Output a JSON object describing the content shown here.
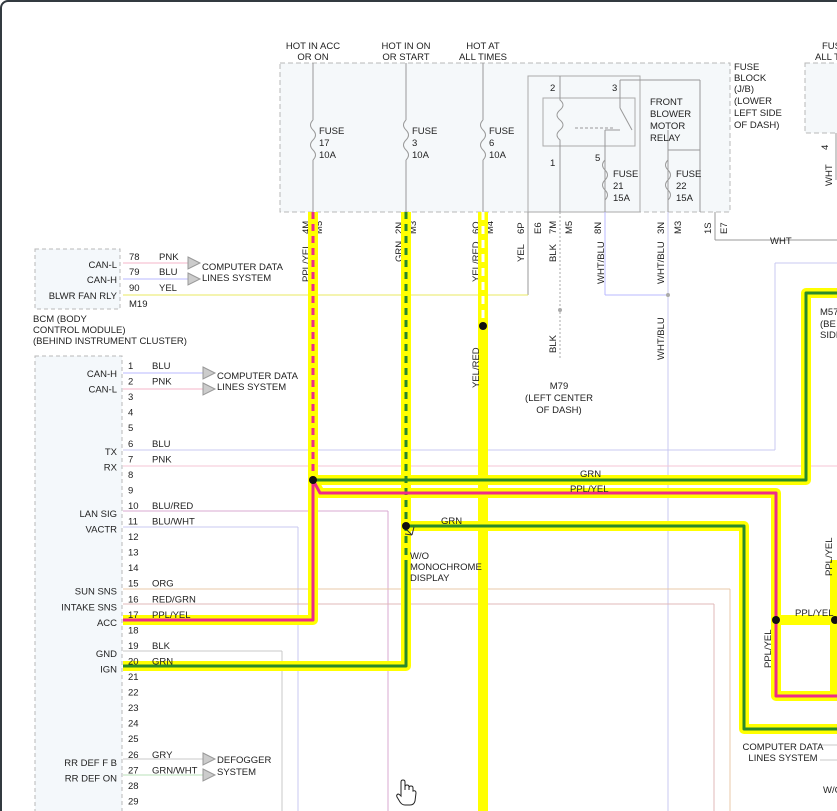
{
  "headers": {
    "hot_acc_1": "HOT IN ACC",
    "hot_acc_2": "OR ON",
    "hot_on_1": "HOT IN ON",
    "hot_on_2": "OR START",
    "hot_at_1": "HOT AT",
    "hot_at_2": "ALL TIMES",
    "all_t": "ALL T"
  },
  "fuse_block": {
    "l1": "FUSE",
    "l2": "BLOCK",
    "l3": "(J/B)",
    "l4": "(LOWER",
    "l5": "LEFT SIDE",
    "l6": "OF DASH)"
  },
  "fuses": [
    {
      "l1": "FUSE",
      "l2": "17",
      "l3": "10A"
    },
    {
      "l1": "FUSE",
      "l2": "3",
      "l3": "10A"
    },
    {
      "l1": "FUSE",
      "l2": "6",
      "l3": "10A"
    },
    {
      "l1": "FUSE",
      "l2": "21",
      "l3": "15A"
    },
    {
      "l1": "FUSE",
      "l2": "22",
      "l3": "15A"
    }
  ],
  "relay": {
    "l1": "FRONT",
    "l2": "BLOWER",
    "l3": "MOTOR",
    "l4": "RELAY",
    "p2": "2",
    "p3": "3",
    "p1": "1",
    "p5": "5"
  },
  "right_pin": {
    "pin4": "4",
    "wht": "WHT"
  },
  "fb_pins": [
    "4M",
    "M5",
    "2N",
    "M3",
    "6O",
    "M4",
    "6P",
    "E6",
    "7M",
    "M5",
    "8N",
    "3N",
    "M3",
    "1S",
    "E7"
  ],
  "fb_wires": [
    "PPL/YEL",
    "GRN",
    "YEL/RED",
    "YEL",
    "BLK",
    "WHT/BLU",
    "WHT/BLU",
    "WHT"
  ],
  "mid_wires": {
    "yel_red": "YEL/RED",
    "blk": "BLK",
    "wht_blu": "WHT/BLU"
  },
  "m79": {
    "l1": "M79",
    "l2": "(LEFT CENTER",
    "l3": "OF DASH)"
  },
  "bcm_top": {
    "rows": [
      {
        "name": "CAN-L",
        "pin": "78",
        "wire": "PNK"
      },
      {
        "name": "CAN-H",
        "pin": "79",
        "wire": "BLU"
      },
      {
        "name": "BLWR FAN RLY",
        "pin": "90",
        "wire": "YEL"
      }
    ],
    "conn": "M19",
    "cdl_1": "COMPUTER DATA",
    "cdl_2": "LINES SYSTEM",
    "l1": "BCM (BODY",
    "l2": "CONTROL MODULE)",
    "l3": "(BEHIND INSTRUMENT CLUSTER)"
  },
  "cluster": {
    "pins": [
      {
        "pin": "1",
        "name": "CAN-H",
        "wire": "BLU"
      },
      {
        "pin": "2",
        "name": "CAN-L",
        "wire": "PNK"
      },
      {
        "pin": "3",
        "name": "",
        "wire": ""
      },
      {
        "pin": "4",
        "name": "",
        "wire": ""
      },
      {
        "pin": "5",
        "name": "",
        "wire": ""
      },
      {
        "pin": "6",
        "name": "TX",
        "wire": "BLU"
      },
      {
        "pin": "7",
        "name": "RX",
        "wire": "PNK"
      },
      {
        "pin": "8",
        "name": "",
        "wire": ""
      },
      {
        "pin": "9",
        "name": "",
        "wire": ""
      },
      {
        "pin": "10",
        "name": "LAN SIG",
        "wire": "BLU/RED"
      },
      {
        "pin": "11",
        "name": "VACTR",
        "wire": "BLU/WHT"
      },
      {
        "pin": "12",
        "name": "",
        "wire": ""
      },
      {
        "pin": "13",
        "name": "",
        "wire": ""
      },
      {
        "pin": "14",
        "name": "",
        "wire": ""
      },
      {
        "pin": "15",
        "name": "SUN SNS",
        "wire": "ORG"
      },
      {
        "pin": "16",
        "name": "INTAKE SNS",
        "wire": "RED/GRN"
      },
      {
        "pin": "17",
        "name": "ACC",
        "wire": "PPL/YEL"
      },
      {
        "pin": "18",
        "name": "",
        "wire": ""
      },
      {
        "pin": "19",
        "name": "GND",
        "wire": "BLK"
      },
      {
        "pin": "20",
        "name": "IGN",
        "wire": "GRN"
      },
      {
        "pin": "21",
        "name": "",
        "wire": ""
      },
      {
        "pin": "22",
        "name": "",
        "wire": ""
      },
      {
        "pin": "23",
        "name": "",
        "wire": ""
      },
      {
        "pin": "24",
        "name": "",
        "wire": ""
      },
      {
        "pin": "25",
        "name": "",
        "wire": ""
      },
      {
        "pin": "26",
        "name": "RR DEF F B",
        "wire": "GRY"
      },
      {
        "pin": "27",
        "name": "RR DEF ON",
        "wire": "GRN/WHT"
      },
      {
        "pin": "28",
        "name": "",
        "wire": ""
      },
      {
        "pin": "29",
        "name": "",
        "wire": ""
      }
    ],
    "cdl_1": "COMPUTER DATA",
    "cdl_2": "LINES SYSTEM",
    "def_1": "DEFOGGER",
    "def_2": "SYSTEM"
  },
  "traces": {
    "grn_upper": "GRN",
    "ppl_yel_upper": "PPL/YEL",
    "grn_lower": "GRN",
    "ppl_yel_right": "PPL/YEL",
    "ppl_yel_vert_right": "PPL/YEL",
    "ppl_yel_vert_far": "PPL/YEL"
  },
  "note": {
    "l1": "W/O",
    "l2": "MONOCHROME",
    "l3": "DISPLAY"
  },
  "m57": {
    "l1": "M57",
    "l2": "(BE",
    "l3": "SIDE"
  },
  "bottom_right": {
    "cdl_1": "COMPUTER DATA",
    "cdl_2": "LINES SYSTEM",
    "wc": "W/C"
  },
  "colors": {
    "highlight": "#ffff00",
    "green": "#2a8a2a",
    "magenta": "#ee2a8a",
    "gray_box": "#b8b8b8",
    "module_fill": "#f4f8fb"
  }
}
